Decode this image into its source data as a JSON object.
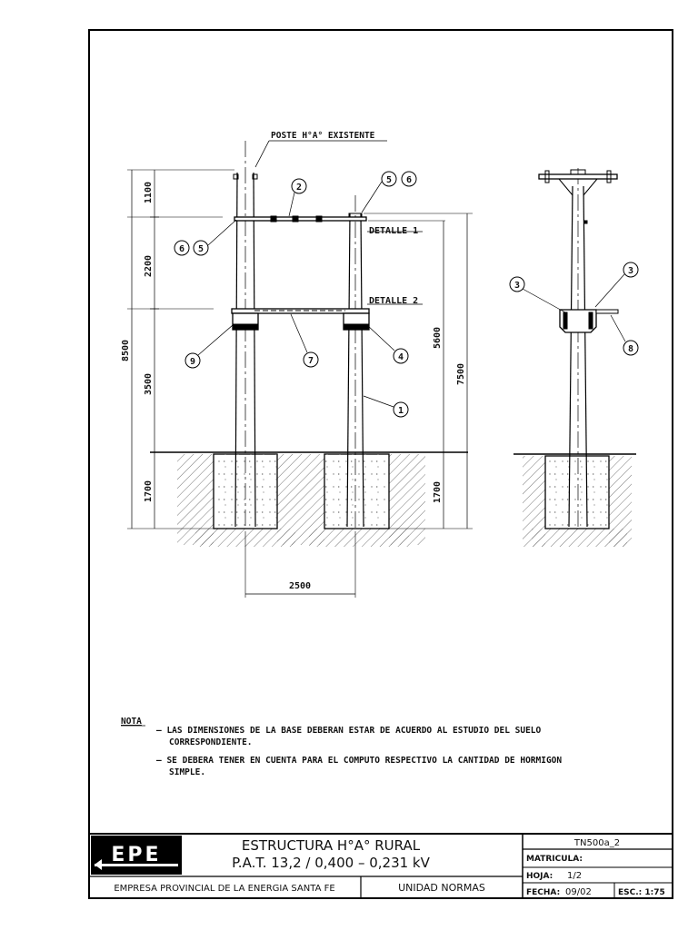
{
  "drawing": {
    "top_label": "POSTE H°A° EXISTENTE",
    "detail1": "DETALLE 1",
    "detail2": "DETALLE 2",
    "dims": {
      "d1100": "1100",
      "d2200": "2200",
      "d3500": "3500",
      "d1700a": "1700",
      "d8500": "8500",
      "d5600": "5600",
      "d7500": "7500",
      "d1700b": "1700",
      "d2500": "2500"
    },
    "callouts": {
      "c1": "1",
      "c2": "2",
      "c3a": "3",
      "c3b": "3",
      "c4": "4",
      "c5a": "5",
      "c5b": "5",
      "c6a": "6",
      "c6b": "6",
      "c7": "7",
      "c8": "8",
      "c9": "9"
    }
  },
  "notes": {
    "title": "NOTA",
    "line1": "– LAS DIMENSIONES DE LA BASE DEBERAN ESTAR DE ACUERDO AL ESTUDIO DEL SUELO",
    "line1b": "CORRESPONDIENTE.",
    "line2": "– SE DEBERA TENER EN CUENTA PARA EL COMPUTO RESPECTIVO LA CANTIDAD DE HORMIGON",
    "line2b": "SIMPLE."
  },
  "title_block": {
    "logo": "EPE",
    "title1": "ESTRUCTURA H°A° RURAL",
    "title2": "P.A.T. 13,2 / 0,400 – 0,231 kV",
    "company": "EMPRESA PROVINCIAL DE LA ENERGIA SANTA FE",
    "unit": "UNIDAD NORMAS",
    "code": "TN500a_2",
    "matricula_label": "MATRICULA:",
    "hoja_label": "HOJA:",
    "hoja_value": "1/2",
    "fecha_label": "FECHA:",
    "fecha_value": "09/02",
    "esc": "ESC.: 1:75"
  }
}
